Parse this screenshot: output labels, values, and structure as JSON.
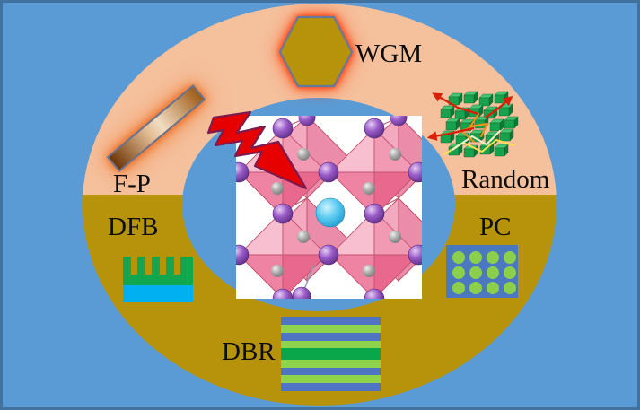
{
  "diagram": {
    "description": "Perovskite laser cavity types ring diagram",
    "center_icon": "perovskite-crystal",
    "excitation_icon": "lightning-bolt",
    "cavities": [
      {
        "id": "wgm",
        "label": "WGM",
        "icon": "hexagon-microdisk-icon"
      },
      {
        "id": "fp",
        "label": "F-P",
        "icon": "nanowire-bar-icon"
      },
      {
        "id": "random",
        "label": "Random",
        "icon": "scattering-cubes-icon"
      },
      {
        "id": "dfb",
        "label": "DFB",
        "icon": "grating-comb-icon"
      },
      {
        "id": "pc",
        "label": "PC",
        "icon": "photonic-crystal-dots-icon"
      },
      {
        "id": "dbr",
        "label": "DBR",
        "icon": "bragg-mirror-stripes-icon"
      }
    ],
    "colors": {
      "background": "#5b9bd5",
      "frame_border": "#41719e",
      "ring_top_peach": "#f5c09c",
      "ring_bottom_gold": "#b7930b",
      "hexagon_fill": "#b7930b",
      "glow_red": "#ff3000",
      "glow_orange": "#eb5a05",
      "panel_white": "#ffffff",
      "crystal_pink_light": "#f8bfd0",
      "crystal_pink_dark": "#e8688e",
      "sphere_purple": "#8a4cbc",
      "sphere_gray": "#a8a8a8",
      "sphere_cyan": "#41c2ee",
      "bolt_red": "#e60000",
      "cube_green": "#18a24d",
      "dfb_green": "#12a74f",
      "dfb_cyan": "#00b0f0",
      "pc_blue": "#4b78c0",
      "pc_dot_green": "#8bcf4c",
      "dbr_blue": "#4f74c4",
      "dbr_light_green": "#8ed24e",
      "dbr_dark_green": "#0aa74a",
      "arrow_red": "#d92007"
    }
  }
}
